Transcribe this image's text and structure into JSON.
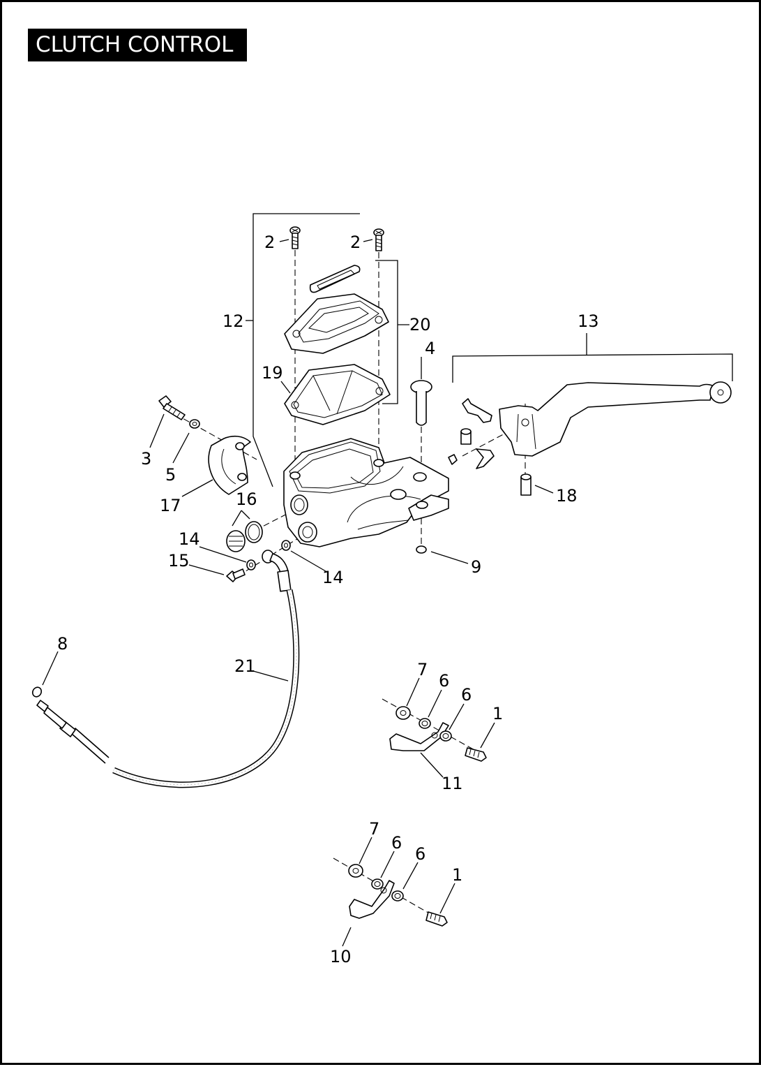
{
  "title": "CLUTCH CONTROL",
  "callouts": {
    "c1a": "1",
    "c1b": "1",
    "c2a": "2",
    "c2b": "2",
    "c3": "3",
    "c4": "4",
    "c5": "5",
    "c6a": "6",
    "c6b": "6",
    "c6c": "6",
    "c6d": "6",
    "c7a": "7",
    "c7b": "7",
    "c8": "8",
    "c9": "9",
    "c10": "10",
    "c11": "11",
    "c12": "12",
    "c13": "13",
    "c14a": "14",
    "c14b": "14",
    "c15": "15",
    "c16": "16",
    "c17": "17",
    "c18": "18",
    "c19": "19",
    "c20": "20",
    "c21": "21"
  }
}
